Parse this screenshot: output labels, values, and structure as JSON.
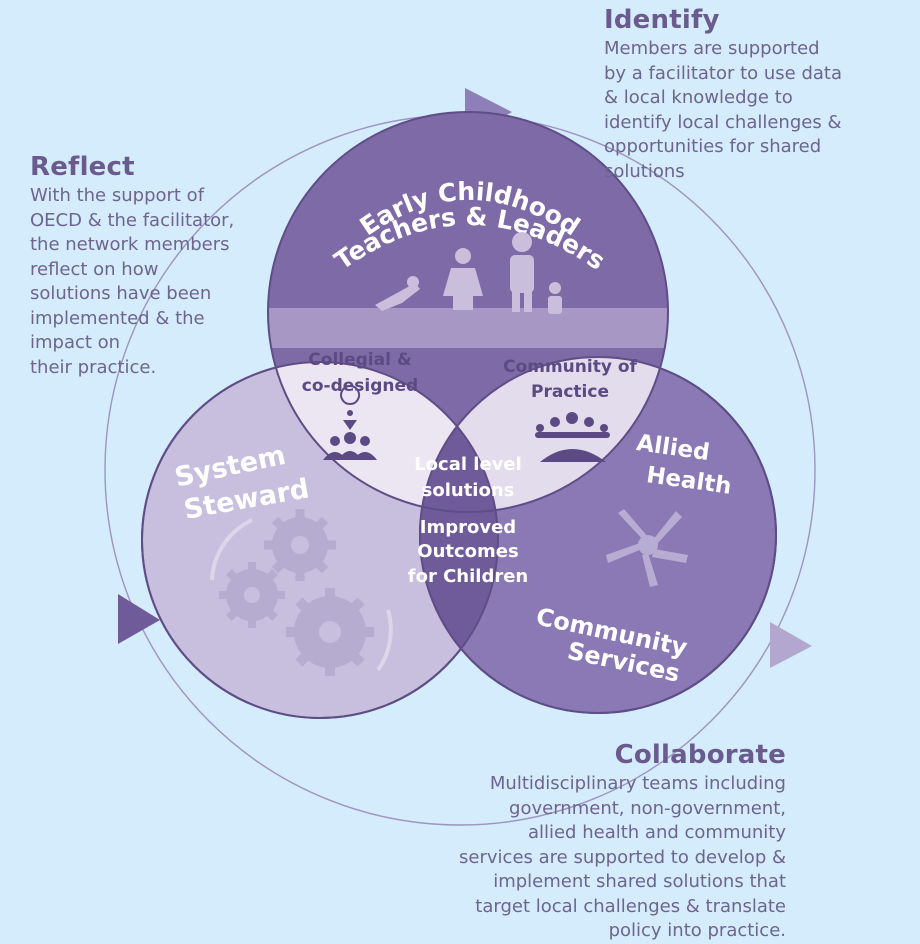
{
  "identify": {
    "title": "Identify",
    "body": "Members are supported\nby a facilitator to use data\n& local knowledge to\nidentify local challenges &\nopportunities for shared\n        solutions"
  },
  "reflect": {
    "title": "Reflect",
    "body": "With the support of\nOECD & the facilitator,\nthe network members\nreflect on how\nsolutions have been\nimplemented & the\nimpact on\ntheir practice."
  },
  "collaborate": {
    "title": "Collaborate",
    "body": "Multidisciplinary teams including\ngovernment, non-government,\nallied health and community\nservices are supported to develop &\nimplement shared solutions that\ntarget local challenges & translate\npolicy into practice."
  },
  "circles": {
    "top": {
      "line1": "Early Childhood",
      "line2": "Teachers & Leaders"
    },
    "left": {
      "line1": "System",
      "line2": "Steward"
    },
    "right_top": {
      "line1": "Allied",
      "line2": "Health"
    },
    "right_bottom": {
      "line1": "Community",
      "line2": "Services"
    }
  },
  "overlaps": {
    "top_left": {
      "line1": "Collegial &",
      "line2": "co-designed"
    },
    "top_right": {
      "line1": "Community of",
      "line2": "Practice"
    },
    "center": {
      "line1": "Local level",
      "line2": "solutions",
      "line3": "Improved",
      "line4": "Outcomes",
      "line5": "for Children"
    }
  },
  "icons": {
    "top_circle": "family-icon",
    "top_left_overlap": "team-location-icon",
    "top_right_overlap": "meeting-group-icon",
    "right_circle": "joined-hands-icon",
    "left_circle": "gears-icon"
  },
  "colors": {
    "background": "#d4ecfb",
    "top_circle": "#7e6aa6",
    "left_circle": "#c7bfdd",
    "right_circle": "#8a79b4",
    "center": "#6f5b99",
    "overlap_light": "#ebe6f2",
    "heading": "#6a5a8e",
    "text": "#6e6490"
  }
}
